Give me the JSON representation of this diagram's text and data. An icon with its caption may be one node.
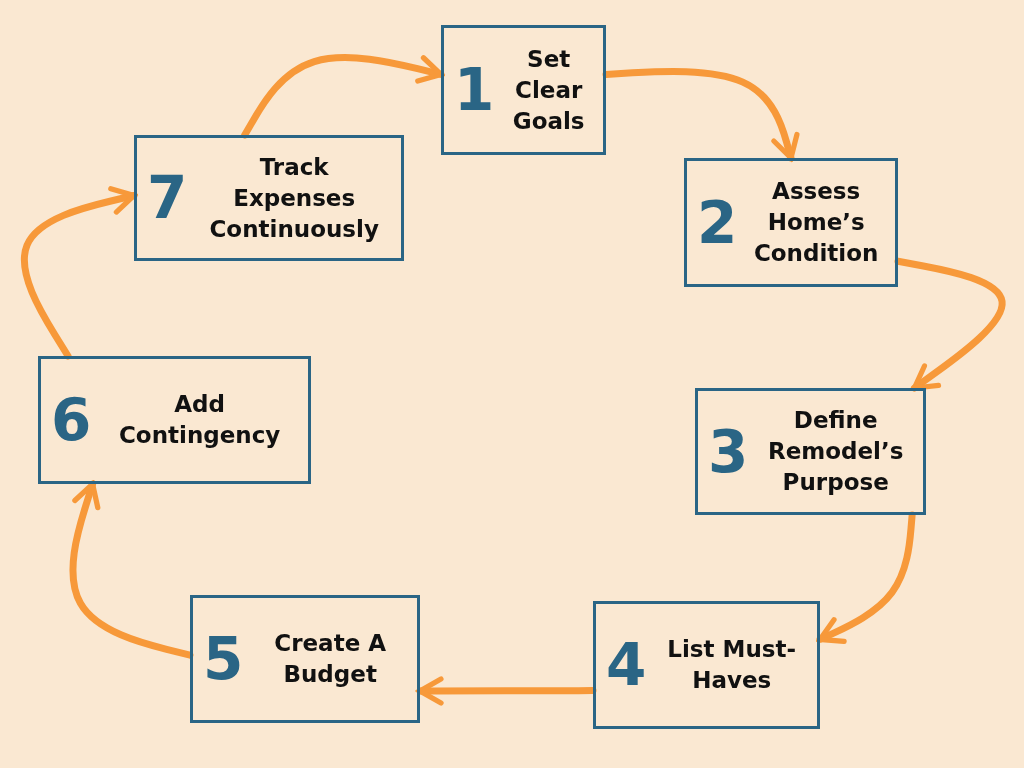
{
  "diagram": {
    "nodes": [
      {
        "text": [
          "1",
          "Set Clear Goals"
        ]
      },
      {
        "text": [
          "2",
          "Assess Home’s Condition"
        ]
      },
      {
        "text": [
          "3",
          "Define Remodel’s Purpose"
        ]
      },
      {
        "text": [
          "4",
          "List Must-Haves"
        ]
      },
      {
        "text": [
          "5",
          "Create A Budget"
        ]
      },
      {
        "text": [
          "6",
          "Add Contingency"
        ]
      },
      {
        "text": [
          "7",
          "Track Expenses Continuously"
        ]
      }
    ],
    "edges": [
      {
        "from": 0,
        "to": 1,
        "arrow": "to"
      },
      {
        "from": 1,
        "to": 2,
        "arrow": "to"
      },
      {
        "from": 2,
        "to": 3,
        "arrow": "to"
      },
      {
        "from": 3,
        "to": 4,
        "arrow": "to"
      },
      {
        "from": 4,
        "to": 5,
        "arrow": "to"
      },
      {
        "from": 5,
        "to": 6,
        "arrow": "to"
      },
      {
        "from": 6,
        "to": 0,
        "arrow": "to"
      }
    ]
  }
}
